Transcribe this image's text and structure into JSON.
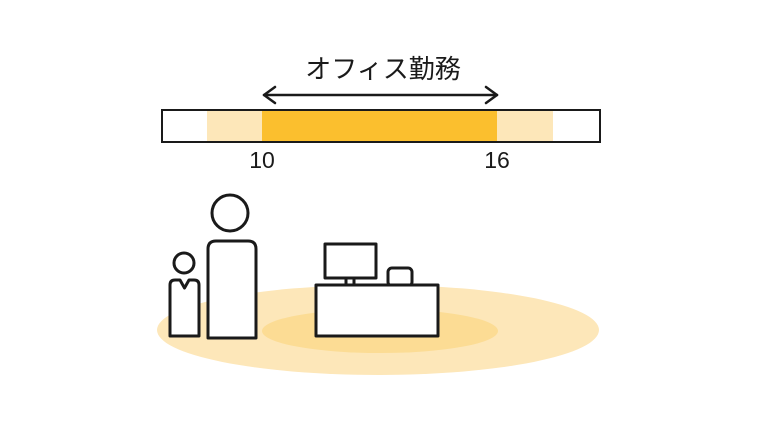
{
  "title": "オフィス勤務",
  "ticks": {
    "start": "10",
    "end": "16"
  },
  "colors": {
    "core_hours": "#FBBF2E",
    "flex_hours": "#FDE7B9",
    "floor_outer": "#FDE7B9",
    "floor_inner": "#FCDC94",
    "stroke": "#1a1a1a"
  },
  "icons": [
    "adult-person-icon",
    "child-person-icon",
    "desk-icon",
    "monitor-icon",
    "desk-box-icon"
  ]
}
